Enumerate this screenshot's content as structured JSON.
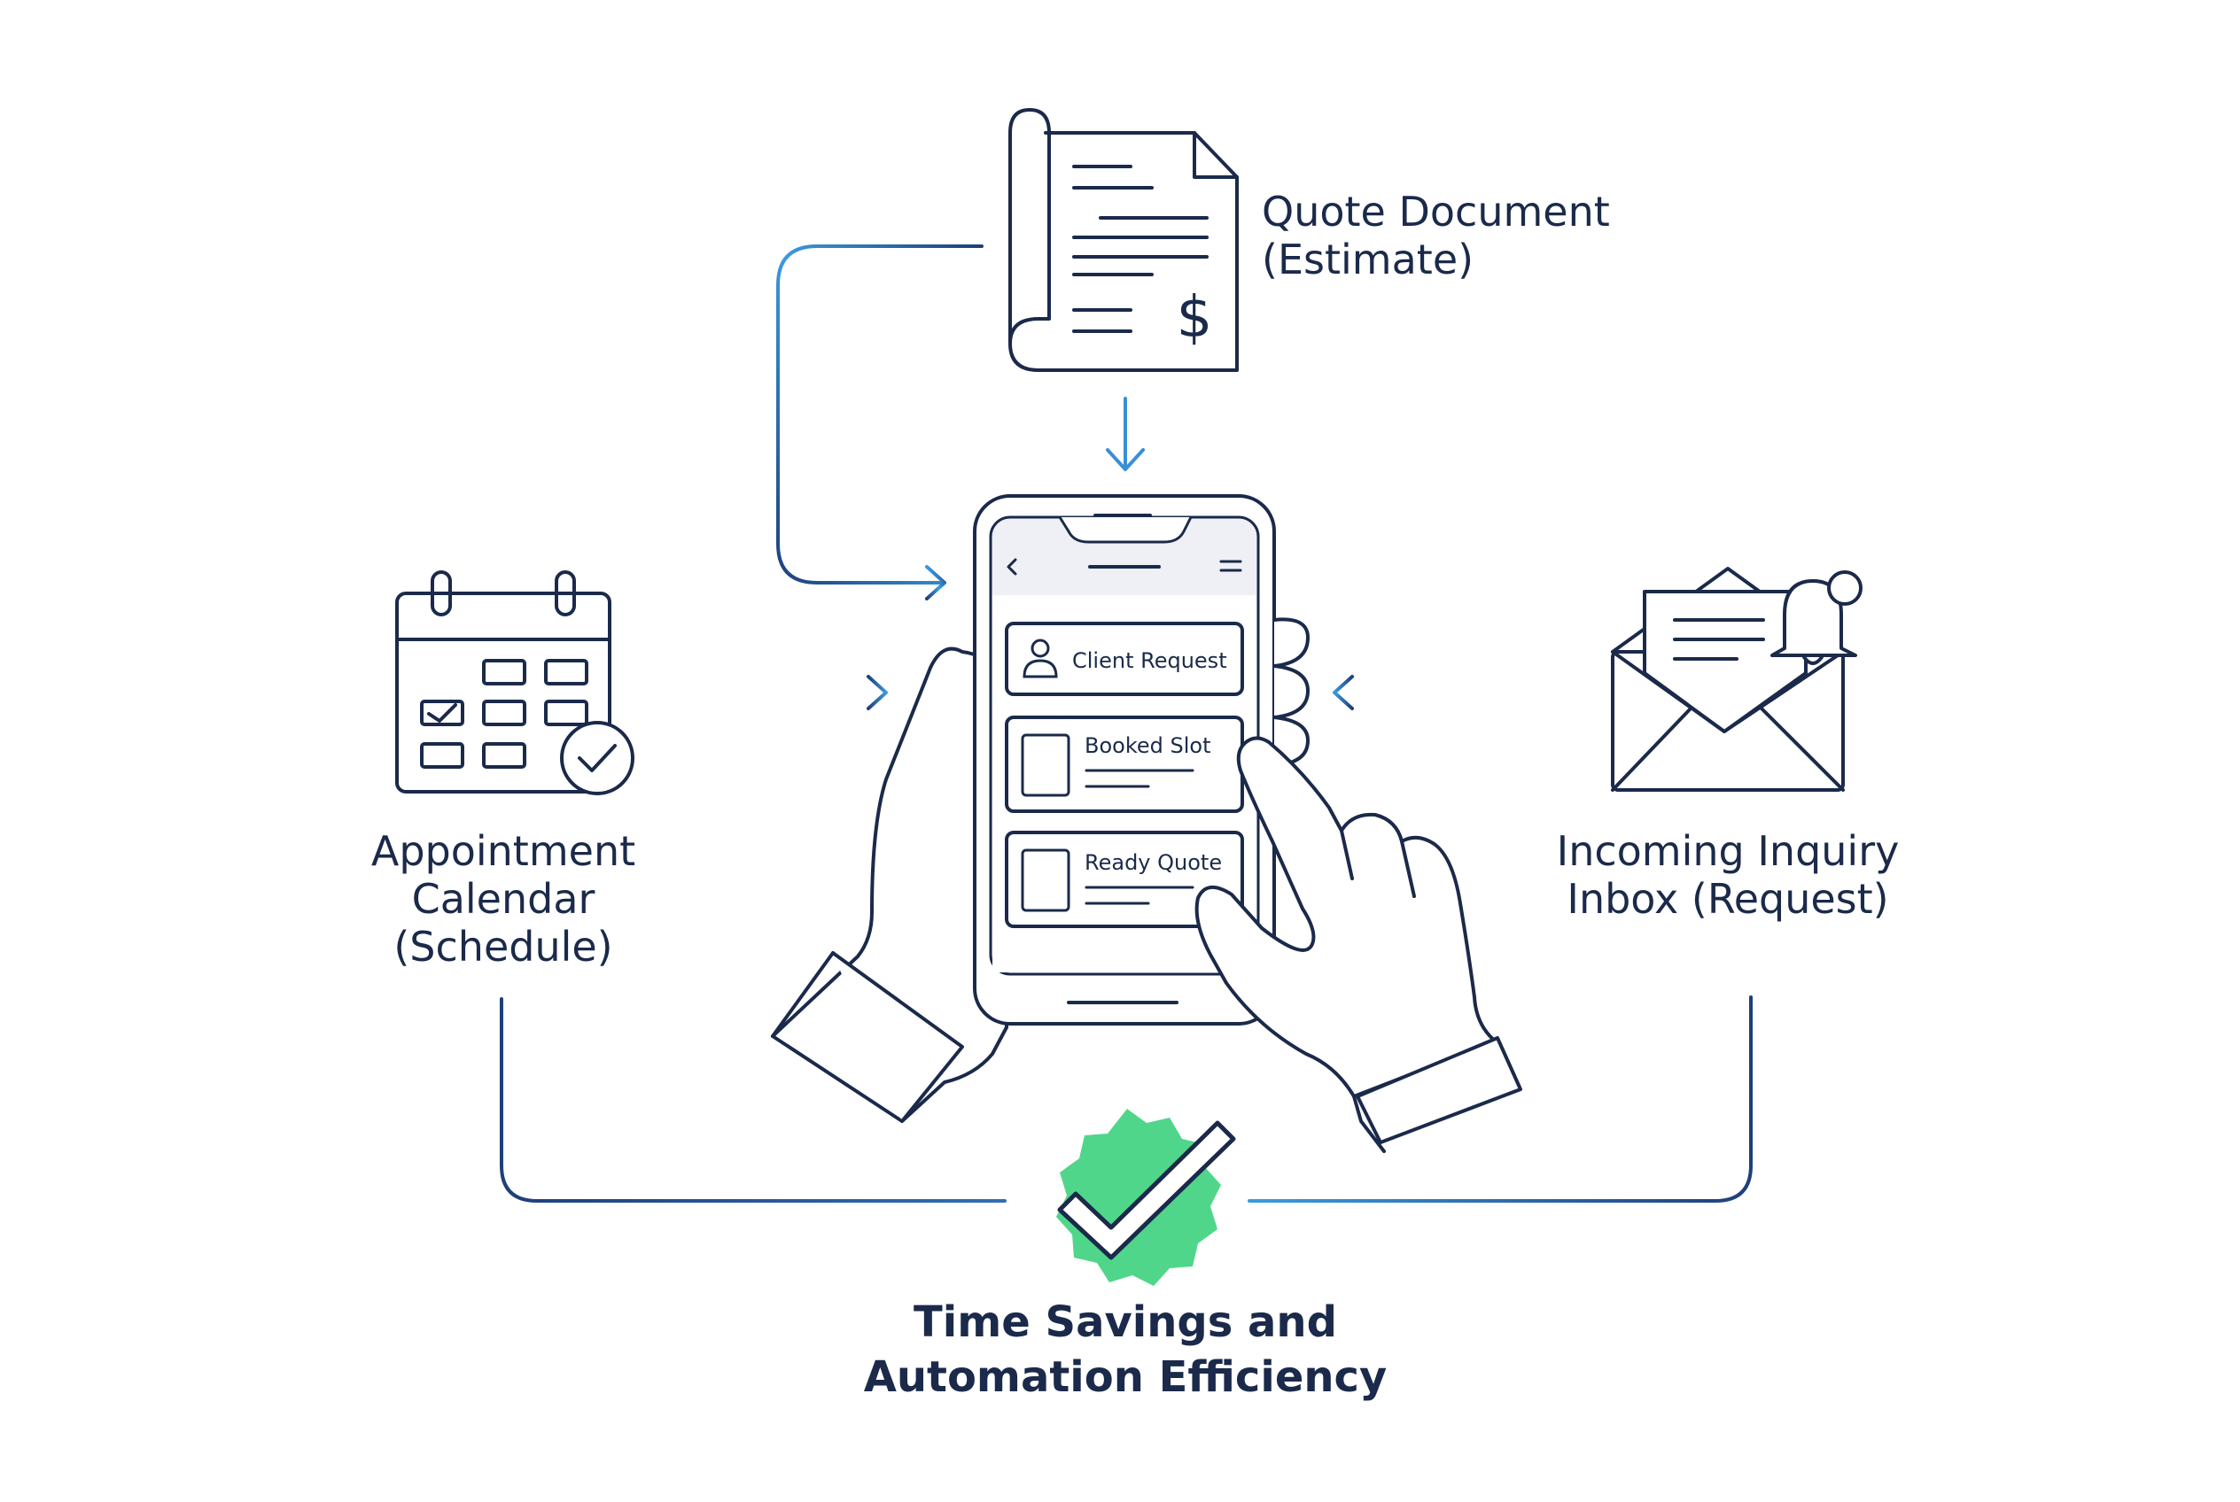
{
  "nodes": {
    "quote": {
      "line1": "Quote Document",
      "line2": "(Estimate)"
    },
    "calendar": {
      "line1": "Appointment",
      "line2": "Calendar",
      "line3": "(Schedule)"
    },
    "inbox": {
      "line1": "Incoming Inquiry",
      "line2": "Inbox (Request)"
    }
  },
  "phone": {
    "cards": [
      {
        "label": "Client Request"
      },
      {
        "label": "Booked Slot"
      },
      {
        "label": "Ready Quote"
      }
    ]
  },
  "outcome": {
    "line1": "Time Savings and",
    "line2": "Automation Efficiency"
  },
  "colors": {
    "outline": "#1b2a4a",
    "connector_blue": "#3a8fd6",
    "connector_dark": "#1e3f7a",
    "badge_green": "#4fd68a",
    "screen_bg": "#eef0f5"
  },
  "icons": [
    "quote-document-icon",
    "dollar-sign-icon",
    "calendar-icon",
    "check-circle-icon",
    "envelope-icon",
    "bell-icon",
    "smartphone-icon",
    "hand-icon",
    "check-badge-icon",
    "user-icon"
  ]
}
